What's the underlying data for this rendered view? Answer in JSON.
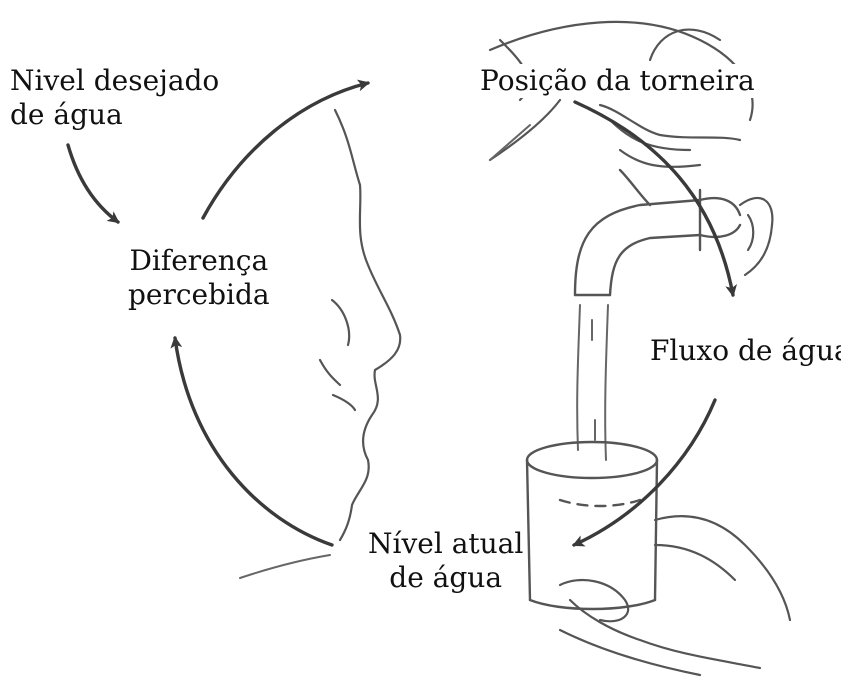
{
  "diagram": {
    "labels": {
      "desired_level": [
        "Nivel desejado",
        "de água"
      ],
      "perceived_difference": [
        "Diferença",
        "percebida"
      ],
      "tap_position": "Posição da torneira",
      "water_flow": "Fluxo de água",
      "current_level": [
        "Nível atual",
        "de água"
      ]
    },
    "colors": {
      "stroke": "#3a3a3a",
      "text": "#111111",
      "background": "#ffffff"
    }
  }
}
